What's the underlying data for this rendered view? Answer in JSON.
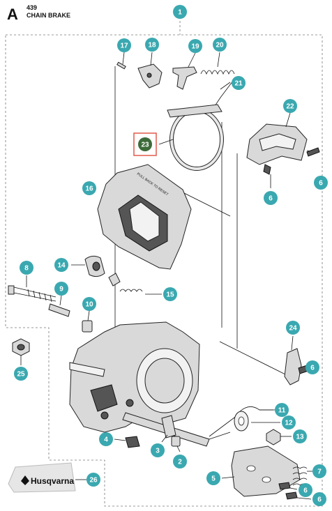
{
  "header": {
    "section_letter": "A",
    "model": "439",
    "title": "CHAIN BRAKE"
  },
  "colors": {
    "callout_fill": "#3aa8b0",
    "highlight_fill": "#3d6b3a",
    "highlight_border": "#e05a4a"
  },
  "callouts": [
    {
      "id": "1",
      "label": "1"
    },
    {
      "id": "2",
      "label": "2"
    },
    {
      "id": "3",
      "label": "3"
    },
    {
      "id": "4",
      "label": "4"
    },
    {
      "id": "5",
      "label": "5"
    },
    {
      "id": "6a",
      "label": "6"
    },
    {
      "id": "6b",
      "label": "6"
    },
    {
      "id": "6c",
      "label": "6"
    },
    {
      "id": "6d",
      "label": "6"
    },
    {
      "id": "6e",
      "label": "6"
    },
    {
      "id": "7",
      "label": "7"
    },
    {
      "id": "8",
      "label": "8"
    },
    {
      "id": "9",
      "label": "9"
    },
    {
      "id": "10",
      "label": "10"
    },
    {
      "id": "11",
      "label": "11"
    },
    {
      "id": "12",
      "label": "12"
    },
    {
      "id": "13",
      "label": "13"
    },
    {
      "id": "14",
      "label": "14"
    },
    {
      "id": "15",
      "label": "15"
    },
    {
      "id": "16",
      "label": "16"
    },
    {
      "id": "17",
      "label": "17"
    },
    {
      "id": "18",
      "label": "18"
    },
    {
      "id": "19",
      "label": "19"
    },
    {
      "id": "20",
      "label": "20"
    },
    {
      "id": "21",
      "label": "21"
    },
    {
      "id": "22",
      "label": "22"
    },
    {
      "id": "23",
      "label": "23",
      "highlighted": true
    },
    {
      "id": "24",
      "label": "24"
    },
    {
      "id": "25",
      "label": "25"
    },
    {
      "id": "26",
      "label": "26"
    }
  ],
  "decal_text": "Husqvarna",
  "hand_guard_text": "PULL BACK TO RESET"
}
